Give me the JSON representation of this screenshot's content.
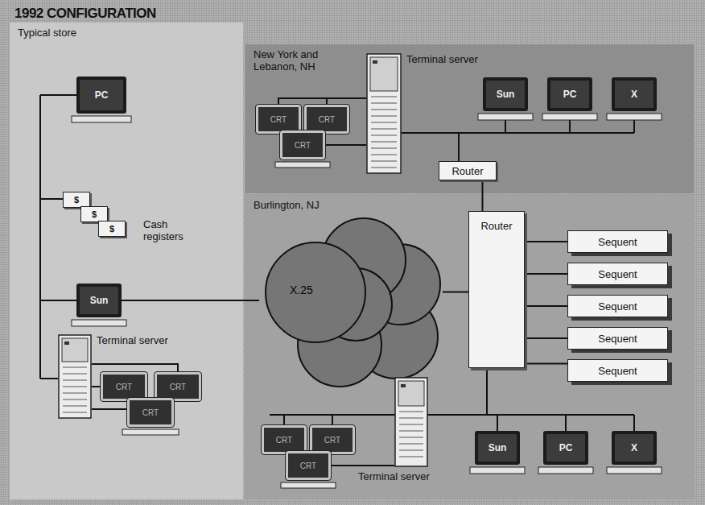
{
  "diagram": {
    "title": "1992 CONFIGURATION",
    "nodes": [
      {
        "text": [
          "Typical store"
        ]
      },
      {
        "text": [
          "PC"
        ],
        "in": 0
      },
      {
        "text": [
          "$"
        ],
        "in": 0
      },
      {
        "text": [
          "$"
        ],
        "in": 0
      },
      {
        "text": [
          "$"
        ],
        "in": 0
      },
      {
        "text": [
          "Sun"
        ],
        "in": 0
      },
      {
        "text": [
          "Terminal server"
        ],
        "in": 0
      },
      {
        "text": [
          "CRT"
        ],
        "in": 0
      },
      {
        "text": [
          "CRT"
        ],
        "in": 0
      },
      {
        "text": [
          "CRT"
        ],
        "in": 0
      },
      {
        "text": [
          "New York and Lebanon, NH"
        ]
      },
      {
        "text": [
          "CRT"
        ],
        "in": 10
      },
      {
        "text": [
          "CRT"
        ],
        "in": 10
      },
      {
        "text": [
          "CRT"
        ],
        "in": 10
      },
      {
        "text": [
          "Terminal server"
        ],
        "in": 10
      },
      {
        "text": [
          "Sun"
        ],
        "in": 10
      },
      {
        "text": [
          "PC"
        ],
        "in": 10
      },
      {
        "text": [
          "X"
        ],
        "in": 10
      },
      {
        "text": [
          "Router"
        ],
        "in": 10
      },
      {
        "text": [
          "Burlington, NJ"
        ]
      },
      {
        "text": [
          "X.25"
        ],
        "in": 19
      },
      {
        "text": [
          "Router"
        ],
        "in": 19
      },
      {
        "text": [
          "Sequent"
        ],
        "in": 19
      },
      {
        "text": [
          "Sequent"
        ],
        "in": 19
      },
      {
        "text": [
          "Sequent"
        ],
        "in": 19
      },
      {
        "text": [
          "Sequent"
        ],
        "in": 19
      },
      {
        "text": [
          "Sequent"
        ],
        "in": 19
      },
      {
        "text": [
          "Terminal server"
        ],
        "in": 19
      },
      {
        "text": [
          "CRT"
        ],
        "in": 19
      },
      {
        "text": [
          "CRT"
        ],
        "in": 19
      },
      {
        "text": [
          "CRT"
        ],
        "in": 19
      },
      {
        "text": [
          "Sun"
        ],
        "in": 19
      },
      {
        "text": [
          "PC"
        ],
        "in": 19
      },
      {
        "text": [
          "X"
        ],
        "in": 19
      }
    ],
    "edges": [
      {
        "from": 5,
        "to": 20,
        "arrow": "none"
      },
      {
        "from": 20,
        "to": 21,
        "arrow": "none"
      },
      {
        "from": 18,
        "to": 21,
        "arrow": "none"
      },
      {
        "from": 21,
        "to": 22,
        "arrow": "none"
      },
      {
        "from": 21,
        "to": 23,
        "arrow": "none"
      },
      {
        "from": 21,
        "to": 24,
        "arrow": "none"
      },
      {
        "from": 21,
        "to": 25,
        "arrow": "none"
      },
      {
        "from": 21,
        "to": 26,
        "arrow": "none"
      }
    ],
    "labels": [
      "Cash registers"
    ]
  }
}
